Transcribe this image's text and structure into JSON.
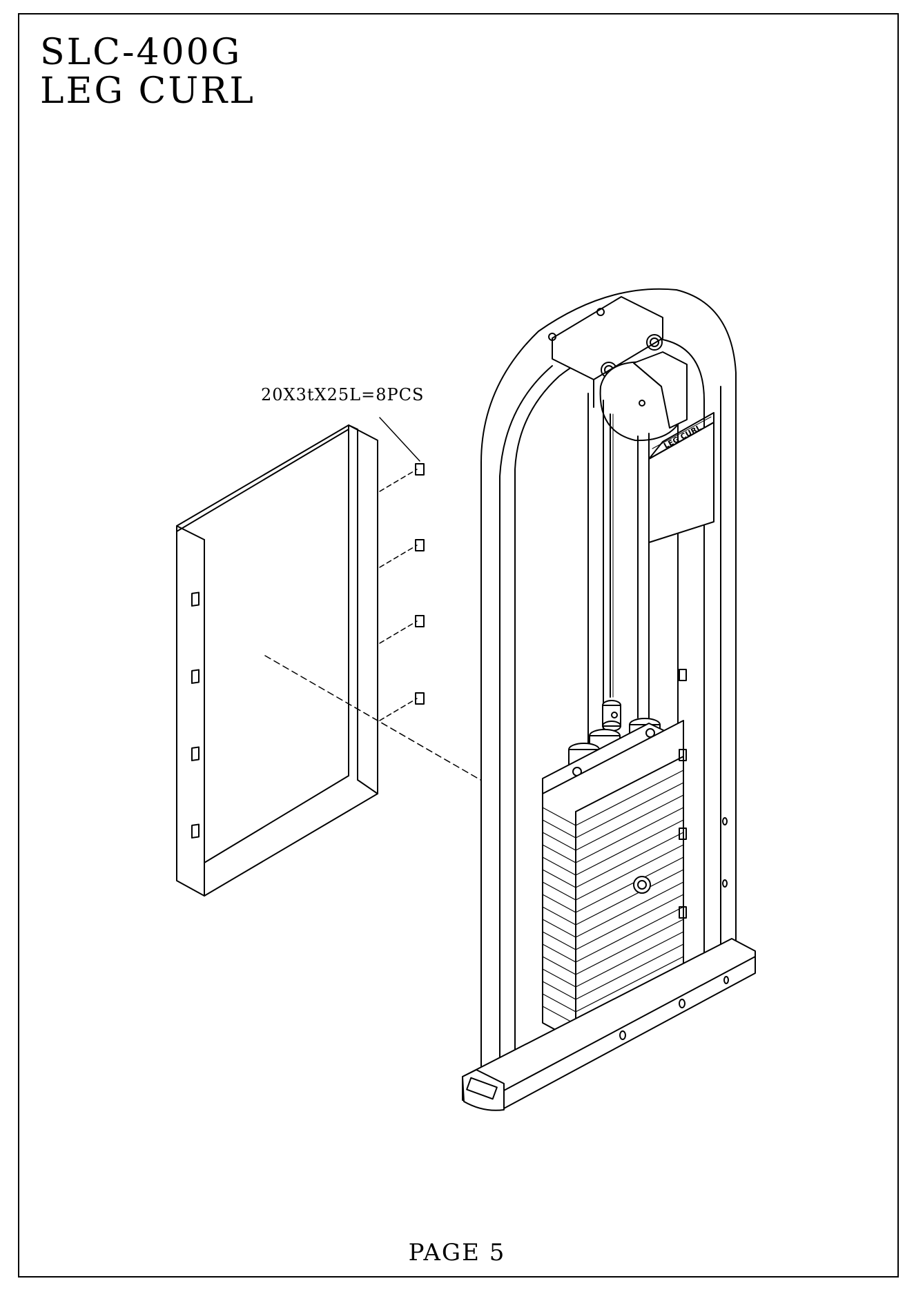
{
  "document": {
    "model": "SLC-400G",
    "product_name": "LEG CURL",
    "part_callout": "20X3tX25L=8PCS",
    "plate_label": "LEG CURL",
    "page_label": "PAGE 5"
  },
  "drawing": {
    "line_color": "#000000",
    "background": "#ffffff"
  }
}
